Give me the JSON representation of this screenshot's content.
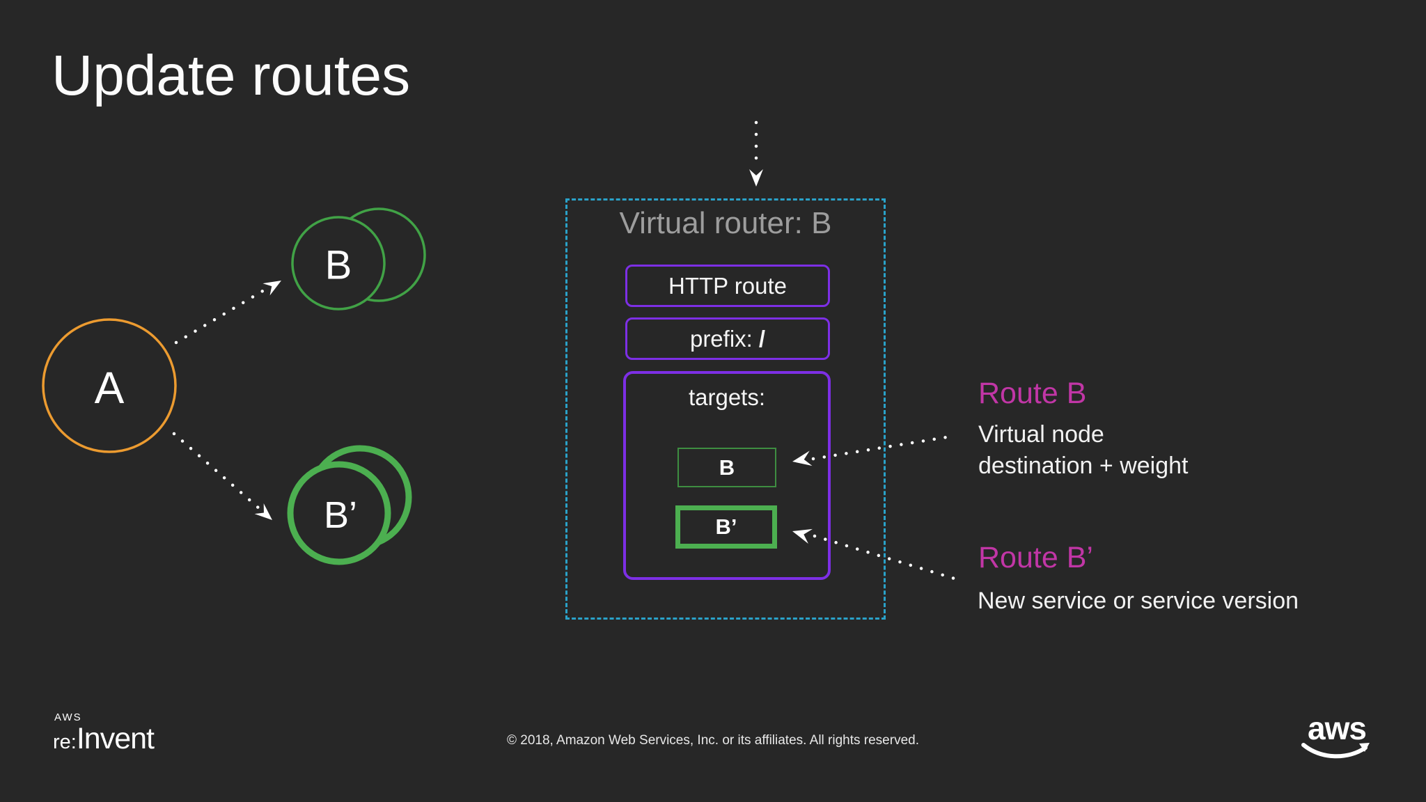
{
  "colors": {
    "background": "#272727",
    "accent_orange": "#EC9B30",
    "accent_green_light": "#41A246",
    "accent_green_bold": "#4CAF50",
    "accent_green_dark": "#3E8E41",
    "accent_purple": "#7D2FE5",
    "accent_cyan": "#2AA2C9",
    "accent_pink": "#C136A6",
    "text_gray": "#9D9D9D",
    "text_white": "#FFFFFF"
  },
  "slide": {
    "title": "Update routes"
  },
  "diagram": {
    "node_a": {
      "label": "A"
    },
    "node_b": {
      "label": "B"
    },
    "node_b_prime": {
      "label": "B’"
    },
    "router": {
      "title": "Virtual router: B",
      "http_route_label": "HTTP route",
      "prefix_label": "prefix:",
      "prefix_value": "/",
      "targets_label": "targets:",
      "target_b_label": "B",
      "target_b_prime_label": "B’"
    },
    "annotations": {
      "route_b": {
        "heading": "Route B",
        "line1": "Virtual node",
        "line2": "destination + weight"
      },
      "route_b_prime": {
        "heading": "Route B’",
        "line1": "New service or service version"
      }
    }
  },
  "footer": {
    "copyright": "© 2018, Amazon Web Services, Inc. or its affiliates. All rights reserved.",
    "reinvent_logo": {
      "aws": "AWS",
      "re": "re:",
      "invent": "Invent"
    },
    "aws_logo_text": "aws"
  }
}
